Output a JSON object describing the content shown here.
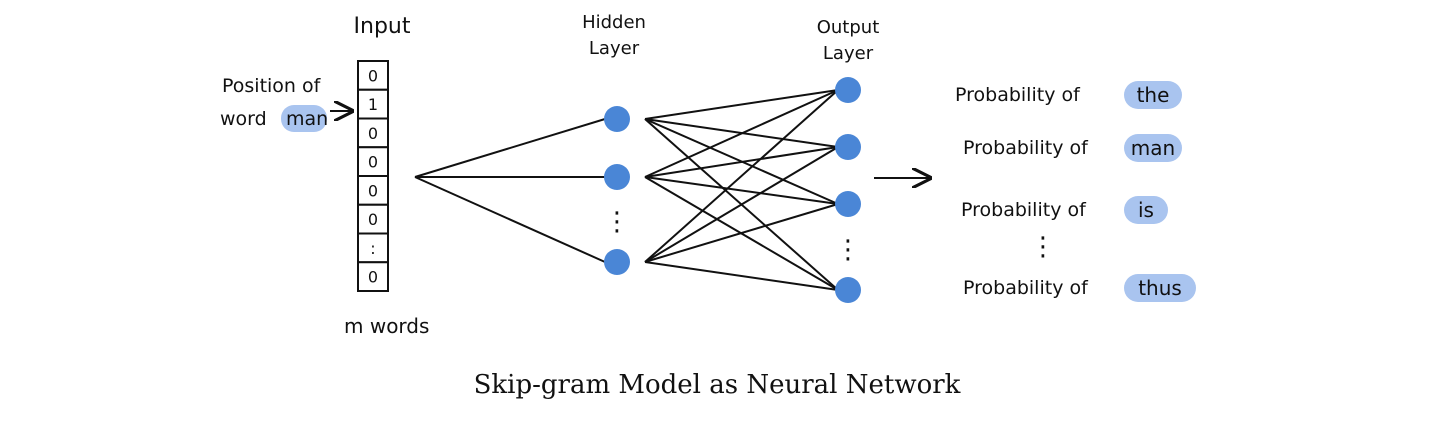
{
  "diagram": {
    "input_title": "Input",
    "hidden_title_line1": "Hidden",
    "hidden_title_line2": "Layer",
    "output_title_line1": "Output",
    "output_title_line2": "Layer",
    "position_note_line1": "Position of",
    "position_note_line2_prefix": "word",
    "position_note_word": "man",
    "input_vector": [
      "0",
      "1",
      "0",
      "0",
      "0",
      "0",
      ":",
      "0"
    ],
    "input_count_label": "m words",
    "hidden_ellipsis": "⋮",
    "output_ellipsis": "⋮",
    "probability_ellipsis": "⋮",
    "probabilities": [
      {
        "prefix": "Probability of",
        "word": "the"
      },
      {
        "prefix": "Probability of",
        "word": "man"
      },
      {
        "prefix": "Probability of",
        "word": "is"
      },
      {
        "prefix": "Probability of",
        "word": "thus"
      }
    ],
    "highlight_color": "#a9c4ef",
    "node_color": "#4a86d6"
  },
  "caption": "Skip-gram Model as Neural Network"
}
